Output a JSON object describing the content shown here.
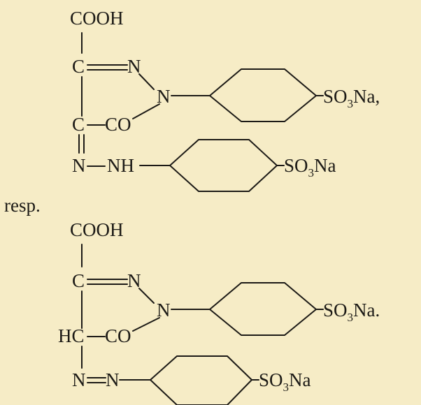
{
  "structure_top": {
    "cooh": "COOH",
    "c_top": "C",
    "n_ring": "N",
    "n_bridge": "N",
    "c_bottom": "C",
    "co": "CO",
    "n_hydrazone": "N",
    "nh": "NH",
    "so3na_ring1": {
      "main": "SO",
      "sub": "3",
      "tail": "Na,"
    },
    "so3na_ring2": {
      "main": "SO",
      "sub": "3",
      "tail": "Na"
    }
  },
  "connector": "resp.",
  "structure_bottom": {
    "cooh": "COOH",
    "c_top": "C",
    "n_ring": "N",
    "n_bridge": "N",
    "hc": "HC",
    "co": "CO",
    "n_azo_left": "N",
    "n_azo_right": "N",
    "so3na_ring1": {
      "main": "SO",
      "sub": "3",
      "tail": "Na."
    },
    "so3na_ring2": {
      "main": "SO",
      "sub": "3",
      "tail": "Na"
    }
  }
}
